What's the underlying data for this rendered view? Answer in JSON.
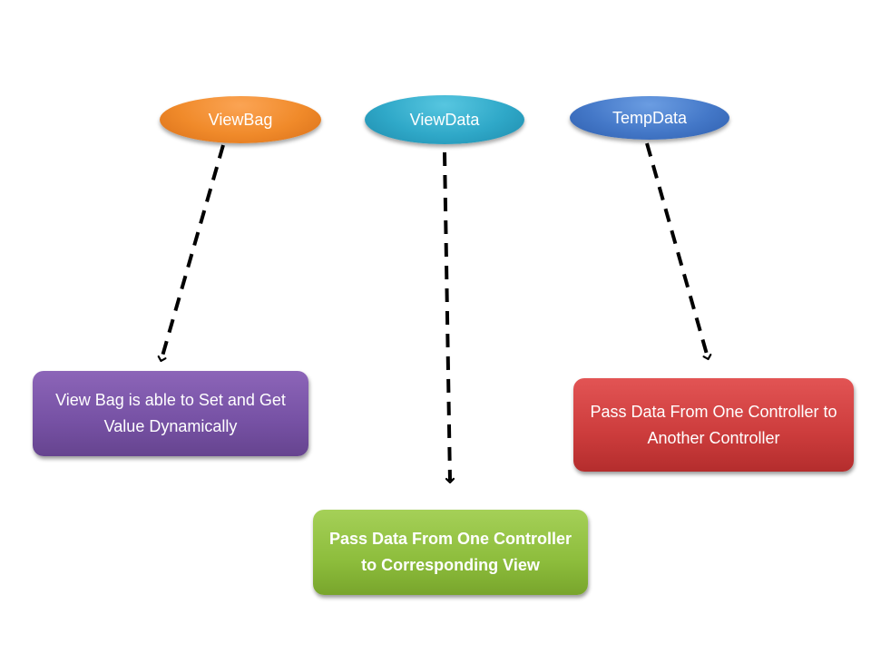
{
  "diagram": {
    "sources": [
      {
        "id": "viewbag",
        "label": "ViewBag",
        "color": "#f08a2a"
      },
      {
        "id": "viewdata",
        "label": "ViewData",
        "color": "#2fa8c8"
      },
      {
        "id": "tempdata",
        "label": "TempData",
        "color": "#4478c8"
      }
    ],
    "descriptions": [
      {
        "id": "viewbag",
        "label": "View Bag is able to Set and Get Value Dynamically",
        "color": "#7651a4"
      },
      {
        "id": "viewdata",
        "label": "Pass Data From One Controller to Corresponding View",
        "color": "#8dbd3c"
      },
      {
        "id": "tempdata",
        "label": "Pass Data From One Controller to Another Controller",
        "color": "#cc3c3c"
      }
    ],
    "edges": [
      {
        "from": "viewbag",
        "to": "viewbag-description",
        "style": "dashed-arrow"
      },
      {
        "from": "viewdata",
        "to": "viewdata-description",
        "style": "dashed-arrow"
      },
      {
        "from": "tempdata",
        "to": "tempdata-description",
        "style": "dashed-arrow"
      }
    ],
    "arrow_color": "#000000"
  }
}
